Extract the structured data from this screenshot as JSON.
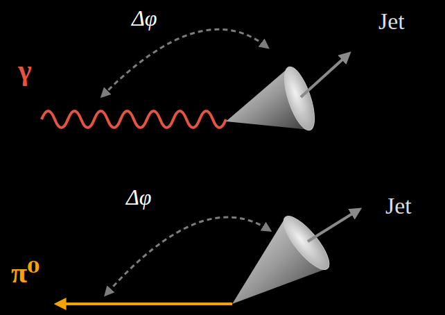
{
  "diagram": {
    "labels": [
      "Δφ",
      "Jet",
      "γ",
      "Δφ",
      "Jet",
      "π⁰"
    ]
  }
}
